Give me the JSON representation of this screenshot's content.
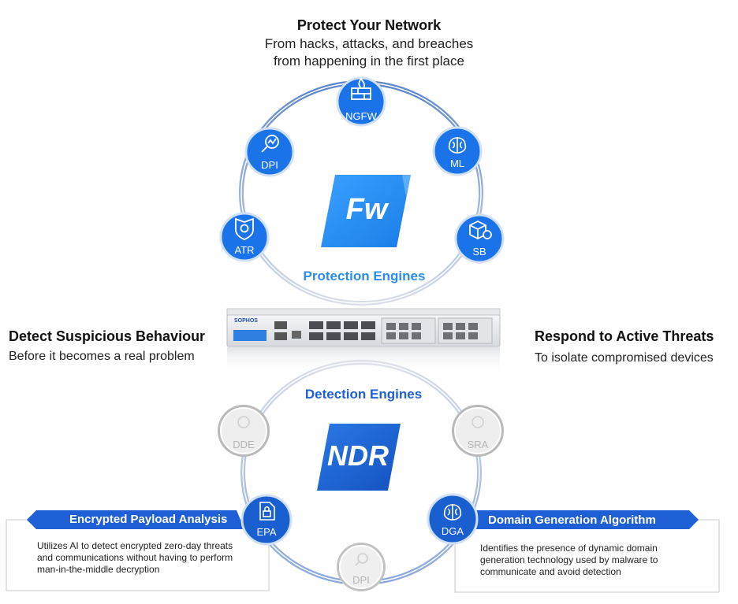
{
  "header": {
    "title": "Protect Your Network",
    "line1": "From hacks, attacks, and breaches",
    "line2": "from happening in the first place"
  },
  "left_callout": {
    "title": "Detect Suspicious Behaviour",
    "subtitle": "Before it becomes a real problem"
  },
  "right_callout": {
    "title": "Respond to Active Threats",
    "subtitle": "To isolate compromised devices"
  },
  "protection": {
    "badge": "Fw",
    "label": "Protection Engines",
    "nodes": [
      {
        "label": "NGFW",
        "icon": "firewall-flame-icon"
      },
      {
        "label": "DPI",
        "icon": "magnifier-icon"
      },
      {
        "label": "ML",
        "icon": "brain-icon"
      },
      {
        "label": "ATR",
        "icon": "shield-skull-icon"
      },
      {
        "label": "SB",
        "icon": "box-skull-icon"
      }
    ]
  },
  "detection": {
    "badge": "NDR",
    "label": "Detection Engines",
    "nodes": [
      {
        "label": "DDE",
        "icon": "dde-icon"
      },
      {
        "label": "SRA",
        "icon": "sra-icon"
      },
      {
        "label": "EPA",
        "icon": "lock-document-icon"
      },
      {
        "label": "DGA",
        "icon": "brain-icon"
      },
      {
        "label": "DPI",
        "icon": "magnifier-icon"
      }
    ]
  },
  "appliance": {
    "brand": "SOPHOS"
  },
  "epa_box": {
    "title": "Encrypted Payload Analysis",
    "line1": "Utilizes AI to detect encrypted zero-day threats",
    "line2": "and communications without having to perform",
    "line3": "man-in-the-middle decryption"
  },
  "dga_box": {
    "title": "Domain Generation Algorithm",
    "line1": "Identifies the presence of dynamic domain",
    "line2": "generation technology used by malware to",
    "line3": "communicate and avoid detection"
  },
  "colors": {
    "accent": "#1a73e8",
    "badge": "#2d8cf0",
    "ndr": "#1f66d1",
    "banner": "#1f5fd6",
    "inactive": "#d8d8d8"
  }
}
